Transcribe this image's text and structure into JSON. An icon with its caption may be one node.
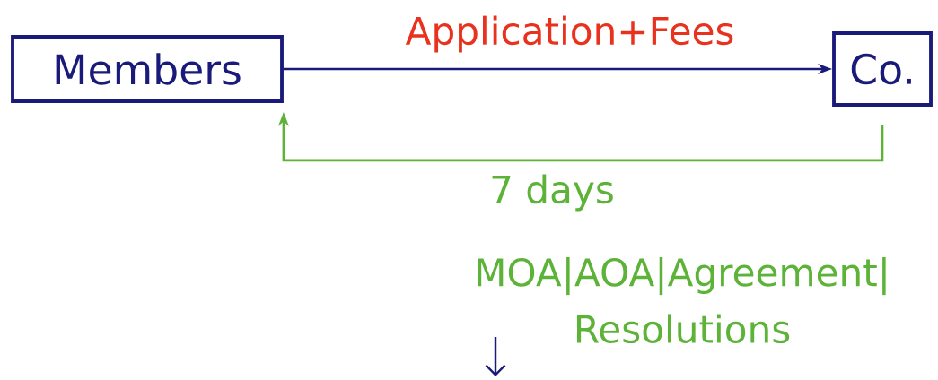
{
  "diagram": {
    "nodes": [
      {
        "text": [
          "Members"
        ]
      },
      {
        "text": [
          "Co."
        ]
      }
    ],
    "edges": [
      {
        "from": 0,
        "to": 1,
        "arrow": "to",
        "label": "Application+Fees"
      },
      {
        "from": 1,
        "to": 0,
        "arrow": "to",
        "label": "7 days",
        "color": "#5cb338"
      }
    ],
    "labels": [
      "MOA|AOA|Agreement| Resolutions"
    ]
  }
}
